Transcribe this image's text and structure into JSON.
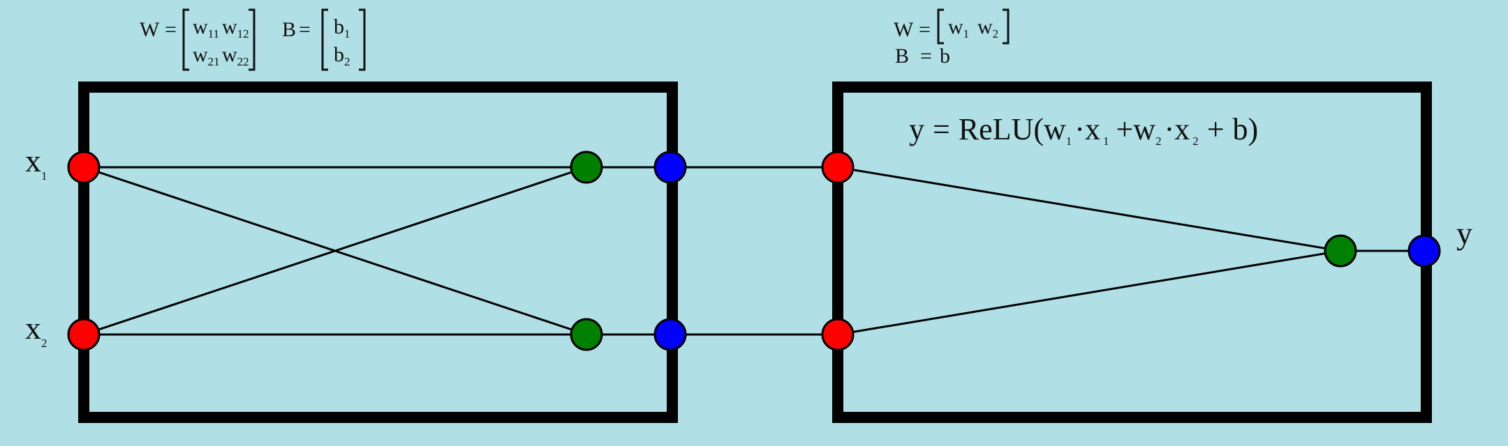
{
  "left_params": {
    "w_symbol": "W",
    "w_equals": "=",
    "w": [
      [
        {
          "base": "w",
          "sub": "11"
        },
        {
          "base": "w",
          "sub": "12"
        }
      ],
      [
        {
          "base": "w",
          "sub": "21"
        },
        {
          "base": "w",
          "sub": "22"
        }
      ]
    ],
    "b_symbol": "B",
    "b_equals": "=",
    "b": [
      {
        "base": "b",
        "sub": "1"
      },
      {
        "base": "b",
        "sub": "2"
      }
    ]
  },
  "right_params": {
    "w_symbol": "W",
    "w_equals": "=",
    "w": [
      {
        "base": "w",
        "sub": "1"
      },
      {
        "base": "w",
        "sub": "2"
      }
    ],
    "b_symbol": "B",
    "b_equals": "=",
    "b_value": "b"
  },
  "inputs": [
    {
      "base": "x",
      "sub": "1"
    },
    {
      "base": "x",
      "sub": "2"
    }
  ],
  "output": {
    "label": "y"
  },
  "equation": {
    "lhs": "y",
    "eq": "=",
    "func": "ReLU(",
    "w1": "w",
    "w1_sub": "1",
    "dot1": "·",
    "x1": "x",
    "x1_sub": "1",
    "plus1": "+",
    "w2": "w",
    "w2_sub": "2",
    "dot2": "·",
    "x2": "x",
    "x2_sub": "2",
    "plus2": "+",
    "b": "b",
    "close": ")"
  },
  "colors": {
    "background": "#b0e0e6",
    "input_node": "#ff0000",
    "neuron_node": "#008000",
    "output_node": "#0000ff",
    "box_border": "#000000",
    "edge": "#000000"
  }
}
